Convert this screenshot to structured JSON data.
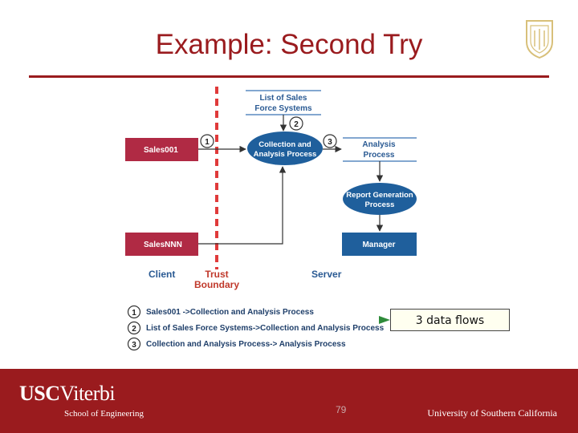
{
  "slide": {
    "title": "Example: Second Try",
    "callout": "3 data flows",
    "page_number": "79"
  },
  "colors": {
    "accent": "#9a1b1e",
    "process": "#1f5f9c",
    "sales_box": "#b02a44",
    "label_blue": "#2a5a93",
    "trust_label": "#c0392b"
  },
  "diagram": {
    "data_store": "List of Sales\nForce Systems",
    "sales001": "Sales001",
    "salesnnn": "SalesNNN",
    "collection_process": "Collection and\nAnalysis Process",
    "analysis_store": "Analysis\nProcess",
    "report_process": "Report Generation\nProcess",
    "manager": "Manager",
    "client_label": "Client",
    "trust_label": "Trust\nBoundary",
    "server_label": "Server",
    "flow_markers": [
      "1",
      "2",
      "3"
    ]
  },
  "legend": [
    {
      "num": "1",
      "text": "Sales001 ->Collection and Analysis Process"
    },
    {
      "num": "2",
      "text": "List of Sales Force Systems->Collection and Analysis Process"
    },
    {
      "num": "3",
      "text": "Collection and Analysis Process-> Analysis Process"
    }
  ],
  "footer": {
    "logo_usc": "USC",
    "logo_viterbi": "Viterbi",
    "school": "School of Engineering",
    "university": "University of Southern California",
    "seal_icon": "usc-seal-icon"
  }
}
